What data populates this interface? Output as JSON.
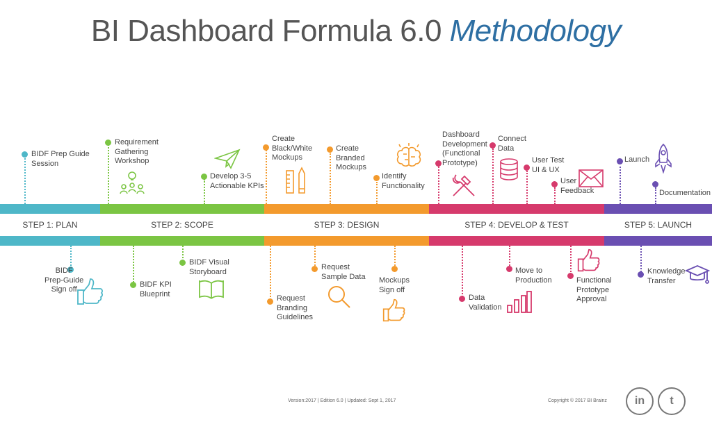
{
  "title": {
    "main": "BI Dashboard Formula 6.0",
    "highlight": "Methodology"
  },
  "steps": [
    {
      "label": "STEP 1: PLAN",
      "color": "#4eb7c8"
    },
    {
      "label": "STEP 2: SCOPE",
      "color": "#7bc543"
    },
    {
      "label": "STEP 3: DESIGN",
      "color": "#f39a2d"
    },
    {
      "label": "STEP 4: DEVELOP & TEST",
      "color": "#d63a6c"
    },
    {
      "label": "STEP 5: LAUNCH",
      "color": "#6a4fb2"
    }
  ],
  "points": {
    "bidf_prep_guide_session": "BIDF Prep Guide\nSession",
    "requirement_gathering_workshop": "Requirement\nGathering\nWorkshop",
    "develop_kpis": "Develop 3-5\nActionable KPIs",
    "create_bw_mockups": "Create\nBlack/White\nMockups",
    "create_branded_mockups": "Create\nBranded\nMockups",
    "identify_functionality": "Identify\nFunctionality",
    "dashboard_development": "Dashboard\nDevelopment\n(Functional\nPrototype)",
    "connect_data": "Connect\nData",
    "user_test": "User Test\nUI & UX",
    "user_feedback": "User\nFeedback",
    "launch": "Launch",
    "documentation": "Documentation",
    "bidf_prep_guide_signoff": "BIDF\nPrep-Guide\nSign off",
    "bidf_kpi_blueprint": "BIDF KPI\nBlueprint",
    "bidf_visual_storyboard": "BIDF Visual\nStoryboard",
    "request_branding_guidelines": "Request\nBranding\nGuidelines",
    "request_sample_data": "Request\nSample Data",
    "mockups_signoff": "Mockups\nSign off",
    "data_validation": "Data\nValidation",
    "move_to_production": "Move to\nProduction",
    "functional_prototype_approval": "Functional\nPrototype\nApproval",
    "knowledge_transfer": "Knowledge\nTransfer"
  },
  "footer": {
    "version": "Version:2017 | Edition 6.0 | Updated: Sept 1, 2017",
    "copyright": "Copyright © 2017 BI Brainz",
    "linkedin": "in",
    "twitter": "t"
  }
}
